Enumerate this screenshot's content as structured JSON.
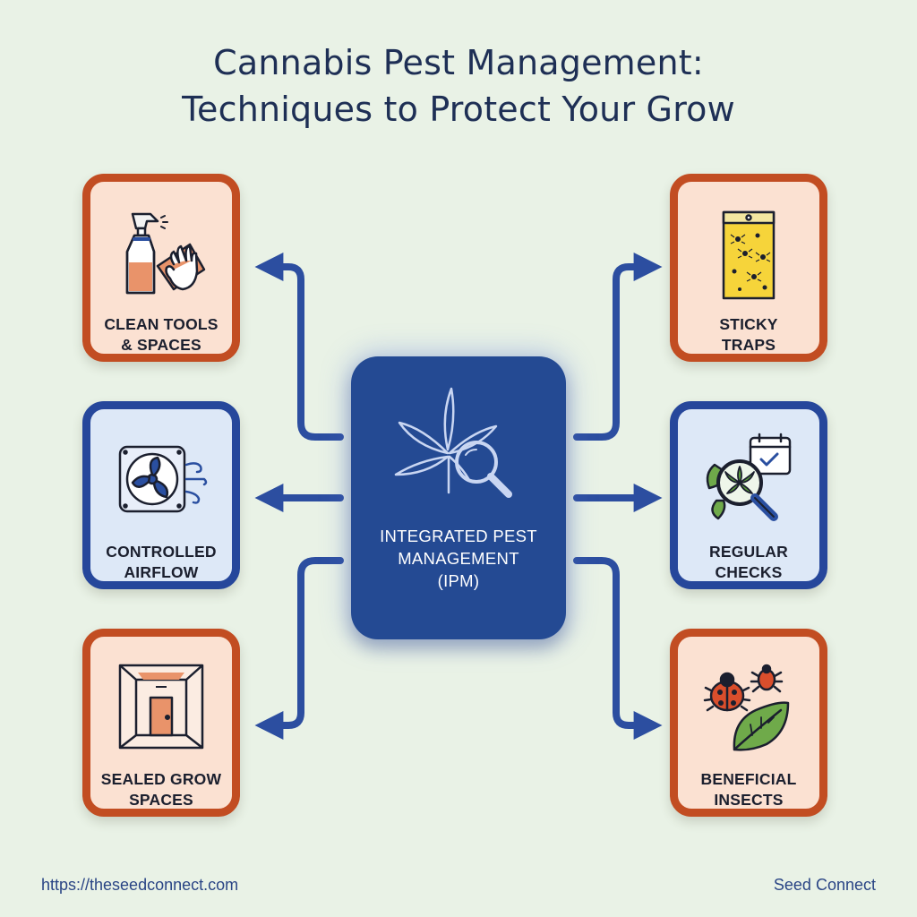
{
  "title": {
    "line1": "Cannabis Pest Management:",
    "line2": "Techniques to Protect Your Grow"
  },
  "hub": {
    "line1": "INTEGRATED PEST",
    "line2": "MANAGEMENT",
    "line3": "(IPM)",
    "icon": "cannabis-leaf-magnifier-icon"
  },
  "cards": {
    "clean": {
      "line1": "CLEAN TOOLS",
      "line2": "& SPACES",
      "icon": "spray-bottle-cloth-icon"
    },
    "airflow": {
      "line1": "CONTROLLED",
      "line2": "AIRFLOW",
      "icon": "fan-icon"
    },
    "sealed": {
      "line1": "SEALED GROW",
      "line2": "SPACES",
      "icon": "sealed-room-icon"
    },
    "sticky": {
      "line1": "STICKY",
      "line2": "TRAPS",
      "icon": "sticky-trap-icon"
    },
    "checks": {
      "line1": "REGULAR",
      "line2": "CHECKS",
      "icon": "magnifier-calendar-icon"
    },
    "insects": {
      "line1": "BENEFICIAL",
      "line2": "INSECTS",
      "icon": "ladybug-leaf-icon"
    }
  },
  "colors": {
    "orange_border": "#c24d22",
    "orange_fill": "#fbe1d2",
    "blue_border": "#26479b",
    "blue_fill": "#dde8f7",
    "hub_fill": "#244a93",
    "connector": "#2c4ea0"
  },
  "footer": {
    "url": "https://theseedconnect.com",
    "brand": "Seed Connect"
  }
}
